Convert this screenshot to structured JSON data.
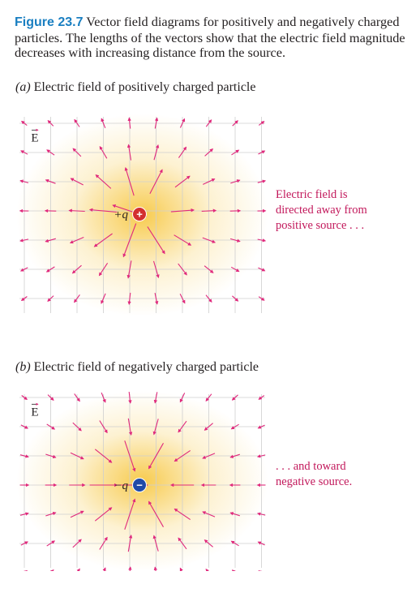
{
  "figure": {
    "label": "Figure 23.7",
    "caption": "Vector field diagrams for positively and negatively charged particles. The lengths of the vectors show that the electric field magnitude decreases with increasing distance from the source."
  },
  "panels": [
    {
      "id": "a",
      "paren": "(a)",
      "title": "Electric field of positively charged particle",
      "field_symbol": "E",
      "charge_label": "+q",
      "charge_sign": "+",
      "direction": "outward",
      "note_lines": [
        "Electric field is",
        "directed away from",
        "positive source . . ."
      ]
    },
    {
      "id": "b",
      "paren": "(b)",
      "title": "Electric field of negatively charged particle",
      "field_symbol": "E",
      "charge_label": "−q",
      "charge_sign": "−",
      "direction": "inward",
      "note_lines": [
        ". . . and toward",
        "negative source."
      ]
    }
  ],
  "colors": {
    "figure_label": "#1a7fc1",
    "arrow": "#e0297c",
    "grid": "#cfcfcf",
    "glow": "#f6c230",
    "positive_charge": "#d32f2f",
    "negative_charge": "#1f4aa8",
    "note_text": "#c2185b"
  }
}
